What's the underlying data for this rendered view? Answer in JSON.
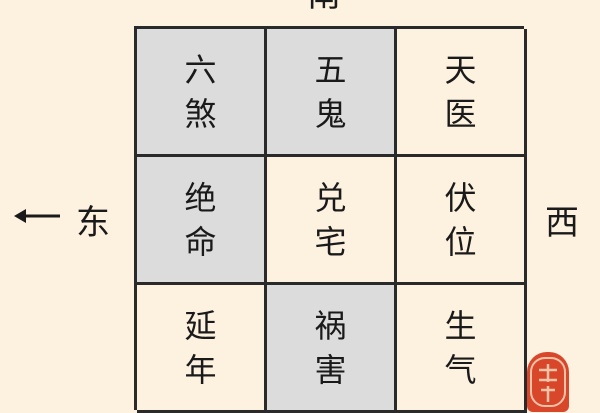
{
  "directions": {
    "north": "南",
    "east": "东",
    "west": "西"
  },
  "cells": [
    {
      "line1": "六",
      "line2": "煞",
      "shaded": true
    },
    {
      "line1": "五",
      "line2": "鬼",
      "shaded": true
    },
    {
      "line1": "天",
      "line2": "医",
      "shaded": false
    },
    {
      "line1": "绝",
      "line2": "命",
      "shaded": true
    },
    {
      "line1": "兑",
      "line2": "宅",
      "shaded": false
    },
    {
      "line1": "伏",
      "line2": "位",
      "shaded": false
    },
    {
      "line1": "延",
      "line2": "年",
      "shaded": false
    },
    {
      "line1": "祸",
      "line2": "害",
      "shaded": true
    },
    {
      "line1": "生",
      "line2": "气",
      "shaded": false
    }
  ],
  "colors": {
    "background": "#fdf1e0",
    "shaded": "#dcdcdc",
    "line": "#2a2a2a",
    "seal": "#d9472b"
  },
  "seal_icon": "red-seal-stamp"
}
